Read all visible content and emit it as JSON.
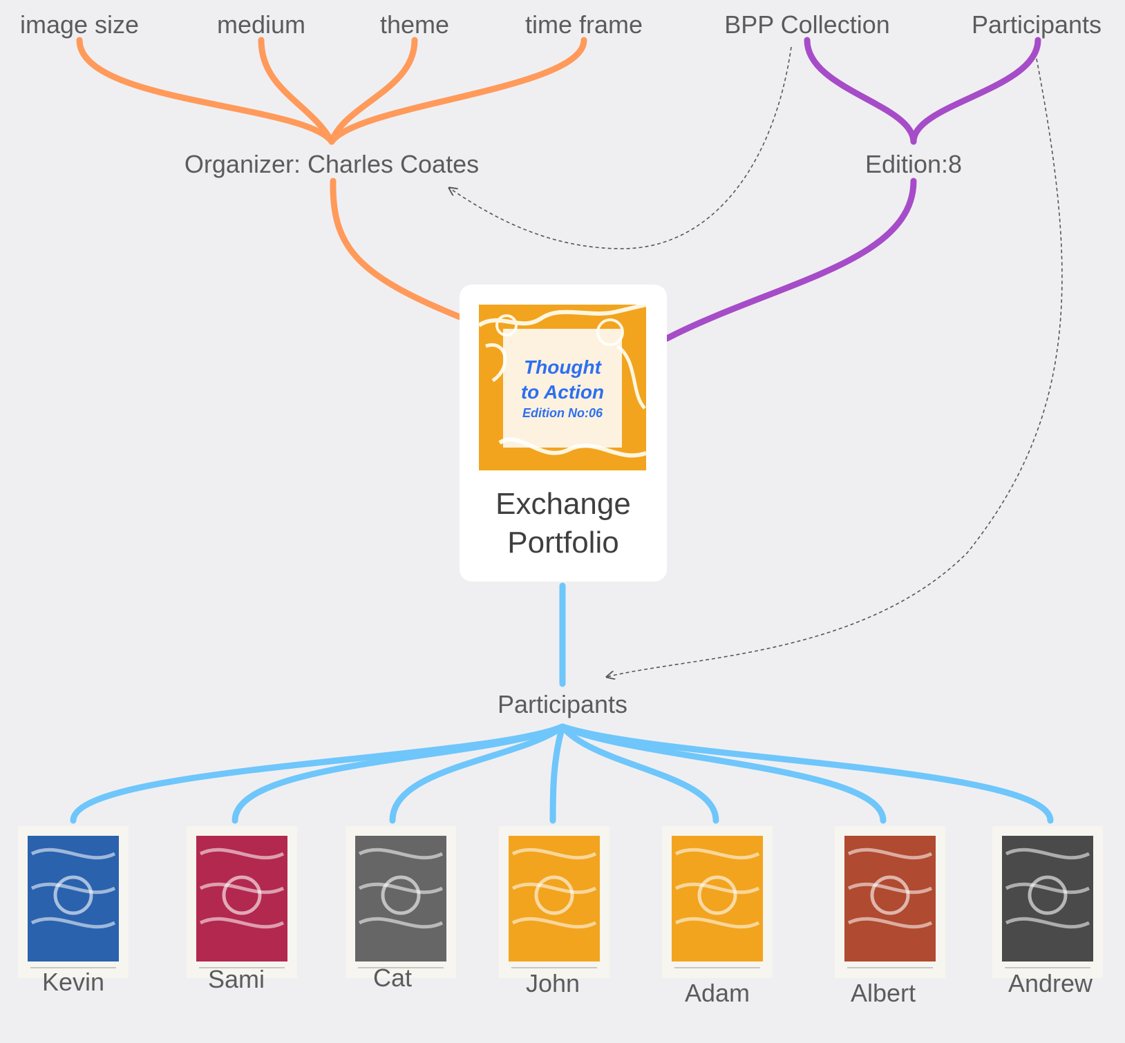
{
  "top_labels": {
    "image_size": "image size",
    "medium": "medium",
    "theme": "theme",
    "time_frame": "time frame",
    "bpp_collection": "BPP Collection",
    "participants": "Participants"
  },
  "organizer": "Organizer: Charles Coates",
  "edition": "Edition:8",
  "card": {
    "cover_line1": "Thought",
    "cover_line2": "to Action",
    "cover_line3": "Edition No:06",
    "title_line1": "Exchange",
    "title_line2": "Portfolio"
  },
  "participants_label": "Participants",
  "participants": [
    {
      "name": "Kevin",
      "color": "#2a62ae"
    },
    {
      "name": "Sami",
      "color": "#b3284f"
    },
    {
      "name": "Cat",
      "color": "#666666"
    },
    {
      "name": "John",
      "color": "#f2a41f"
    },
    {
      "name": "Adam",
      "color": "#f2a41f"
    },
    {
      "name": "Albert",
      "color": "#b04a30"
    },
    {
      "name": "Andrew",
      "color": "#4a4a4a"
    }
  ],
  "colors": {
    "orange": "#ff9a5a",
    "purple": "#a64cc8",
    "blue": "#6ec6fb",
    "dashed": "#555555"
  }
}
